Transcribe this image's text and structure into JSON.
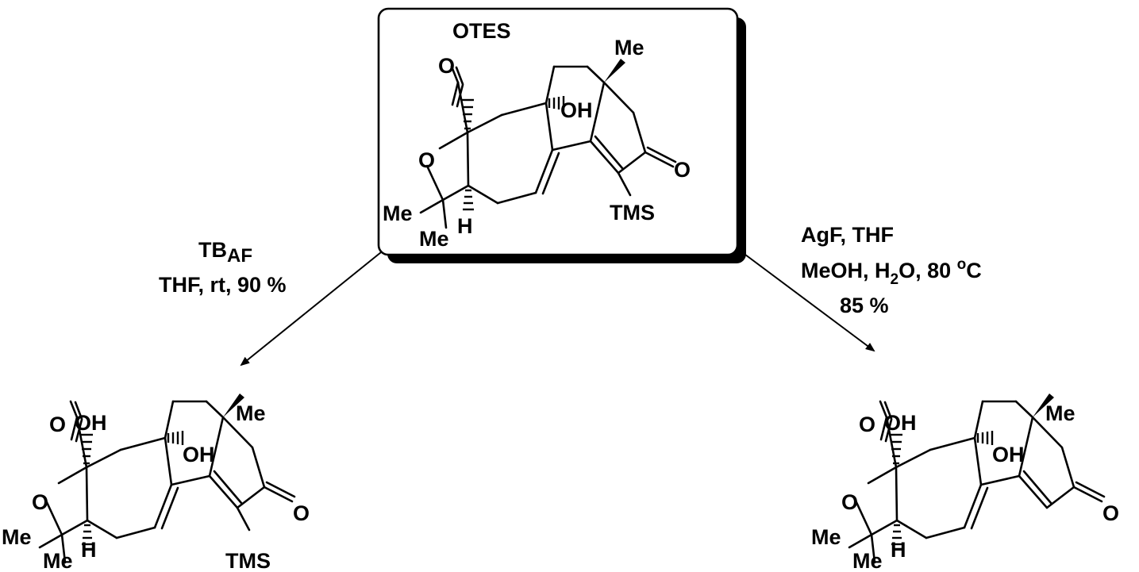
{
  "starting_material": {
    "atoms": {
      "carbonyl_o": "O",
      "ring_o": "O",
      "otes": "OTES",
      "oh": "OH",
      "me_top": "Me",
      "ketone_o": "O",
      "me_left": "Me",
      "me_bottom": "Me",
      "h": "H",
      "tms": "TMS"
    }
  },
  "reaction_left": {
    "reagent_line1_main": "TB",
    "reagent_line1_sub": "AF",
    "reagent_line2": "THF, rt, 90 %"
  },
  "reaction_right": {
    "reagent_line1": "AgF, THF",
    "reagent_line2_part1": "MeOH, H",
    "reagent_line2_sub": "2",
    "reagent_line2_part2": "O, 80 ",
    "reagent_line2_sup": "o",
    "reagent_line2_part3": "C",
    "reagent_line3": "85 %"
  },
  "product_left": {
    "atoms": {
      "carbonyl_o": "O",
      "ring_o": "O",
      "oh_top": "OH",
      "oh": "OH",
      "me_top": "Me",
      "ketone_o": "O",
      "me_left": "Me",
      "me_bottom": "Me",
      "h": "H",
      "tms": "TMS"
    }
  },
  "product_right": {
    "atoms": {
      "carbonyl_o": "O",
      "ring_o": "O",
      "oh_top": "OH",
      "oh": "OH",
      "me_top": "Me",
      "ketone_o": "O",
      "me_left": "Me",
      "me_bottom": "Me",
      "h": "H"
    }
  }
}
